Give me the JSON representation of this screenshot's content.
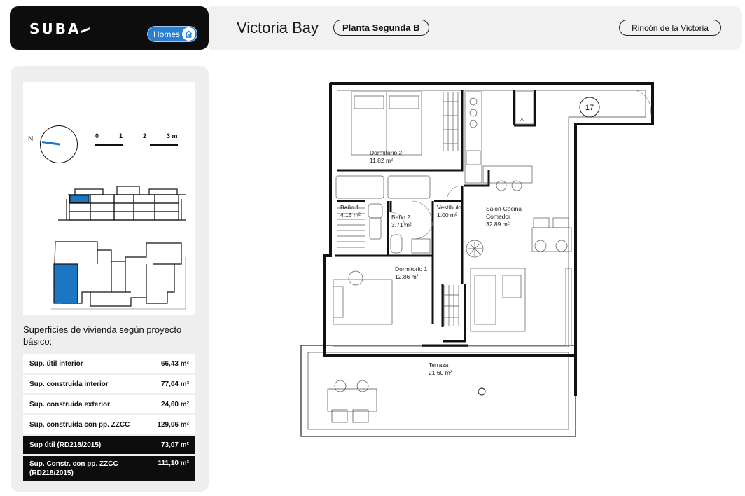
{
  "header": {
    "logo": "SUBA",
    "homes_label": "Homes",
    "project_title": "Victoria Bay",
    "plant_label": "Planta Segunda B",
    "location_label": "Rincón de la Victoria"
  },
  "key": {
    "north_label": "N",
    "scale_labels": [
      "0",
      "1",
      "2",
      "3 m"
    ]
  },
  "surfaces": {
    "heading": "Superficies de vivienda según proyecto básico:",
    "rows": [
      {
        "label": "Sup. útil interior",
        "value": "66,43",
        "unit": "m²",
        "dark": false
      },
      {
        "label": "Sup. construida interior",
        "value": "77,04",
        "unit": "m²",
        "dark": false
      },
      {
        "label": "Sup. construida exterior",
        "value": "24,60",
        "unit": "m²",
        "dark": false
      },
      {
        "label": "Sup. construida con pp. ZZCC",
        "value": "129,06",
        "unit": "m²",
        "dark": false
      },
      {
        "label": "Sup útil (RD218/2015)",
        "value": "73,07",
        "unit": "m²",
        "dark": true
      },
      {
        "label": "Sup. Constr. con pp. ZZCC (RD218/2015)",
        "value": "111,10",
        "unit": "m²",
        "dark": true
      }
    ]
  },
  "plan": {
    "unit_number": "17",
    "rooms": [
      {
        "id": "dormitorio-2",
        "name": "Dormitorio 2",
        "area": "11.82 m²"
      },
      {
        "id": "bano-1",
        "name": "Baño 1",
        "area": "4.16 m²"
      },
      {
        "id": "bano-2",
        "name": "Baño 2",
        "area": "3.71 m²"
      },
      {
        "id": "vestibulo",
        "name": "Vestíbulo",
        "area": "1.00 m²"
      },
      {
        "id": "salon-cocina-comedor",
        "name": "Salón-Cocina",
        "name2": "Comedor",
        "area": "32.89 m²"
      },
      {
        "id": "dormitorio-1",
        "name": "Dormitorio 1",
        "area": "12.86 m²"
      },
      {
        "id": "terraza",
        "name": "Terraza",
        "area": "21.60 m²"
      }
    ]
  },
  "colors": {
    "accent": "#1c77c3",
    "dark": "#0d0d0d",
    "panel": "#eeeeee",
    "header_bar": "#f1f1f1"
  }
}
